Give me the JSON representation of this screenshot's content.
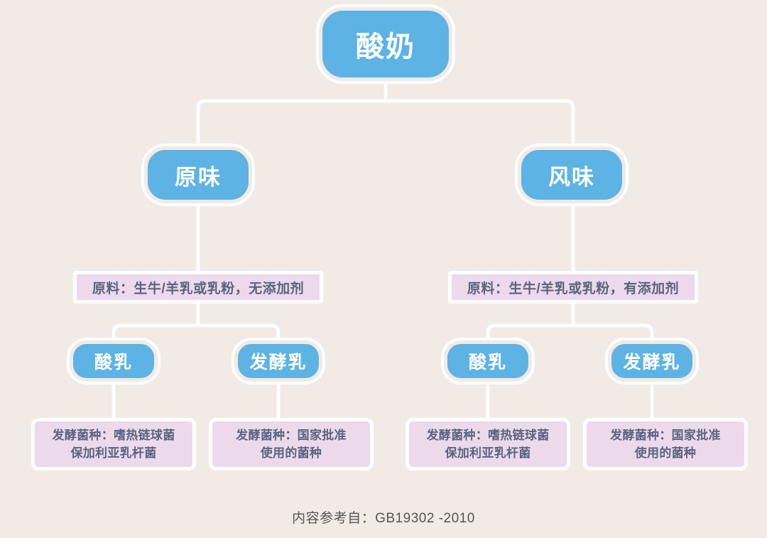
{
  "theme": {
    "background": "#f2eae5",
    "node_fill": "#5cb3e4",
    "node_text": "#ffffff",
    "info_fill": "#ecd9ec",
    "info_text": "#5a6480",
    "connector": "#ffffff",
    "footer_text": "#555555"
  },
  "diagram": {
    "title": "酸奶",
    "root": {
      "label": "酸奶"
    },
    "branches": [
      {
        "id": "original",
        "label": "原味",
        "ingredient": "原料：生牛/羊乳或乳粉，无添加剂",
        "children": [
          {
            "label": "酸乳",
            "culture_line1": "发酵菌种：嗜热链球菌",
            "culture_line2": "保加利亚乳杆菌"
          },
          {
            "label": "发酵乳",
            "culture_line1": "发酵菌种：国家批准",
            "culture_line2": "使用的菌种"
          }
        ]
      },
      {
        "id": "flavored",
        "label": "风味",
        "ingredient": "原料：生牛/羊乳或乳粉，有添加剂",
        "children": [
          {
            "label": "酸乳",
            "culture_line1": "发酵菌种：嗜热链球菌",
            "culture_line2": "保加利亚乳杆菌"
          },
          {
            "label": "发酵乳",
            "culture_line1": "发酵菌种：国家批准",
            "culture_line2": "使用的菌种"
          }
        ]
      }
    ]
  },
  "footer": {
    "source_note": "内容参考自：GB19302 -2010"
  }
}
